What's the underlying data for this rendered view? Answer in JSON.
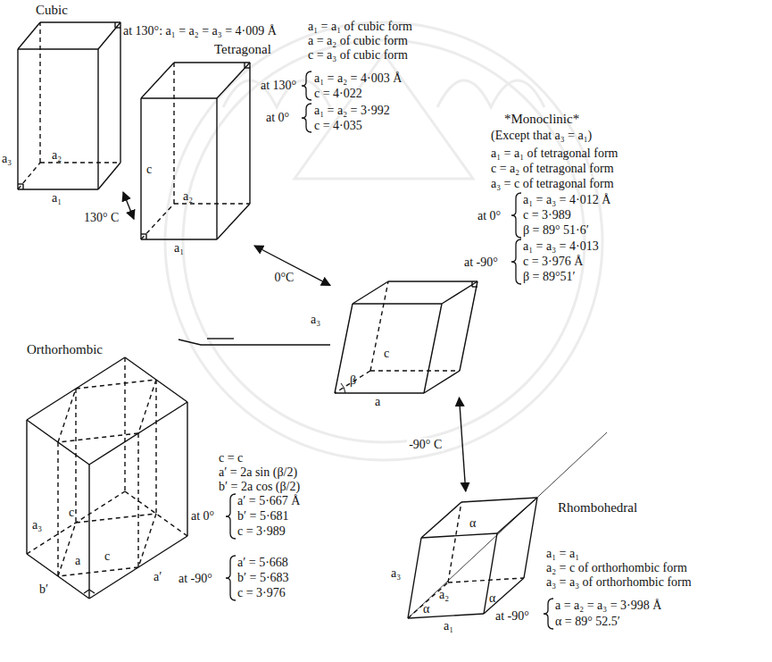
{
  "diagram": {
    "nodes": [
      {
        "text": [
          "Cubic",
          "a₂",
          "a₁",
          "a₃"
        ]
      },
      {
        "text": [
          "Tetragonal",
          "c",
          "a₂",
          "a₁"
        ]
      },
      {
        "text": [
          "*Monoclinic*",
          "a₃",
          "c",
          "β",
          "a"
        ]
      },
      {
        "text": [
          "Orthorhombic",
          "a₃",
          "c",
          "b′",
          "a",
          "c",
          "a′"
        ]
      },
      {
        "text": [
          "Rhombohedral",
          "α",
          "α",
          "α",
          "a₃",
          "a₂",
          "a₁"
        ]
      }
    ],
    "edges": [
      {
        "from": 0,
        "to": 1,
        "arrow": "both",
        "label": "130° C"
      },
      {
        "from": 1,
        "to": 2,
        "arrow": "both",
        "label": "0°C"
      },
      {
        "from": 2,
        "to": 4,
        "arrow": "both",
        "label": "-90° C"
      },
      {
        "from": 3,
        "to": 2,
        "arrow": "none"
      }
    ],
    "labels": [
      "at 130°: a₁ = a₂ = a₃ = 4·009 Å",
      "a₁ = a₁ of cubic form",
      "a = a₂ of cubic form",
      "c = a₃ of cubic form",
      "at 130°",
      "a₁ = a₂ = 4·003 Å",
      "c = 4·022",
      "at 0°",
      "a₁ = a₂ = 3·992",
      "c = 4·035",
      "(Except that a₃ = a₁)",
      "a₁ = a₁ of tetragonal form",
      "c = a₂ of tetragonal form",
      "a₃ = c of tetragonal form",
      "at 0°",
      "a₁ = a₃ = 4·012 Å",
      "c = 3·989",
      "β = 89° 51·6′",
      "at -90°",
      "a₁ = a₃ = 4·013",
      "c = 3·976 Å",
      "β = 89°51′",
      "c = c",
      "a′ = 2a sin (β/2)",
      "b′ = 2a cos (β/2)",
      "at 0°",
      "a′ = 5·667 Å",
      "b′ = 5·681",
      "c = 3·989",
      "at -90°",
      "a′ = 5·668",
      "b′ = 5·683",
      "c = 3·976",
      "a₁ = a₁",
      "a₂ = c of orthorhombic form",
      "a₃ = a₃ of orthorhombic form",
      "at -90°",
      "a = a₂ = a₃ = 3·998 Å",
      "α = 89° 52.5′"
    ]
  }
}
